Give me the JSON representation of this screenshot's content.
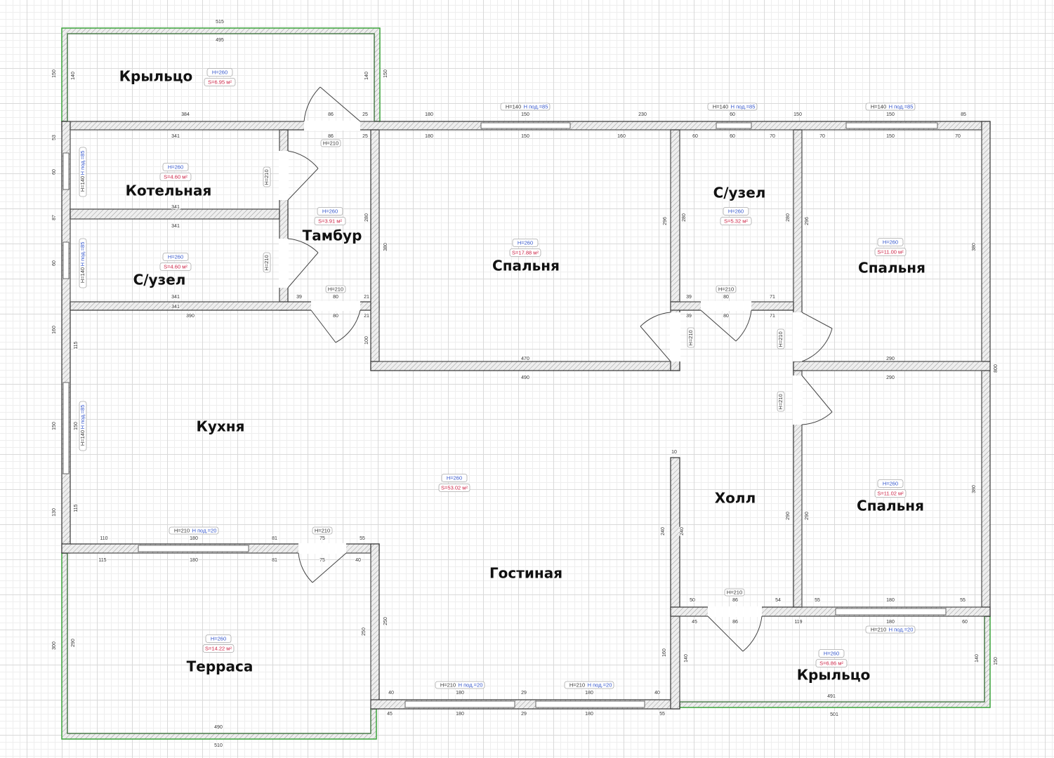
{
  "colors": {
    "wall": "#9a9a9a",
    "porch_outline": "#3aa33a",
    "height": "#3355cc",
    "area": "#cc2244"
  },
  "rooms": [
    {
      "name": "Крыльцо",
      "height": "H=260",
      "area": "S=6.95 м²"
    },
    {
      "name": "Котельная",
      "height": "H=260",
      "area": "S=4.60 м²"
    },
    {
      "name": "С/узел",
      "height": "H=260",
      "area": "S=4.60 м²"
    },
    {
      "name": "Тамбур",
      "height": "H=260",
      "area": "S=3.91 м²"
    },
    {
      "name": "Спальня",
      "height": "H=260",
      "area": "S=17.88 м²"
    },
    {
      "name": "С/узел",
      "height": "H=260",
      "area": "S=5.32 м²"
    },
    {
      "name": "Спальня",
      "height": "H=260",
      "area": "S=11.00 м²"
    },
    {
      "name": "Кухня"
    },
    {
      "name": "Гостиная",
      "height": "H=260",
      "area": "S=53.02 м²"
    },
    {
      "name": "Холл"
    },
    {
      "name": "Спальня",
      "height": "H=260",
      "area": "S=11.02 м²"
    },
    {
      "name": "Терраса",
      "height": "H=260",
      "area": "S=14.22 м²"
    },
    {
      "name": "Крыльцо",
      "height": "H=260",
      "area": "S=6.86 м²"
    }
  ],
  "door_tags": [
    "H=210",
    "H=210",
    "H=210",
    "H=210",
    "H=210",
    "H=210",
    "H=210",
    "H=210",
    "H=210",
    "H=210"
  ],
  "window_tags": [
    {
      "h": "H=140",
      "sill": "Н под.=85"
    },
    {
      "h": "H=140",
      "sill": "Н под.=85"
    },
    {
      "h": "H=140",
      "sill": "Н под.=85"
    },
    {
      "h": "H=140",
      "sill": "Н под.=85"
    },
    {
      "h": "H=140",
      "sill": "Н под.=85"
    },
    {
      "h": "H=140",
      "sill": "Н под.=85"
    },
    {
      "h": "H=210",
      "sill": "Н под.=20"
    },
    {
      "h": "H=210",
      "sill": "Н под.=20"
    },
    {
      "h": "H=210",
      "sill": "Н под.=20"
    },
    {
      "h": "H=210",
      "sill": "Н под.=20"
    }
  ],
  "dimensions": [
    "515",
    "495",
    "384",
    "86",
    "25",
    "150",
    "140",
    "140",
    "150",
    "180",
    "150",
    "230",
    "60",
    "150",
    "150",
    "85",
    "180",
    "150",
    "160",
    "60",
    "60",
    "70",
    "70",
    "150",
    "70",
    "341",
    "86",
    "25",
    "341",
    "341",
    "341",
    "341",
    "390",
    "80",
    "80",
    "21",
    "21",
    "39",
    "470",
    "490",
    "290",
    "290",
    "39",
    "80",
    "71",
    "39",
    "80",
    "71",
    "380",
    "280",
    "296",
    "280",
    "280",
    "296",
    "380",
    "800",
    "380",
    "290",
    "290",
    "240",
    "240",
    "100",
    "160",
    "115",
    "150",
    "150",
    "130",
    "115",
    "300",
    "290",
    "250",
    "250",
    "160",
    "140",
    "140",
    "150",
    "53",
    "60",
    "87",
    "60",
    "110",
    "180",
    "81",
    "75",
    "55",
    "115",
    "180",
    "81",
    "75",
    "40",
    "490",
    "510",
    "40",
    "180",
    "29",
    "180",
    "40",
    "45",
    "180",
    "29",
    "180",
    "55",
    "50",
    "86",
    "54",
    "55",
    "180",
    "55",
    "45",
    "86",
    "119",
    "180",
    "60",
    "491",
    "501",
    "10"
  ]
}
